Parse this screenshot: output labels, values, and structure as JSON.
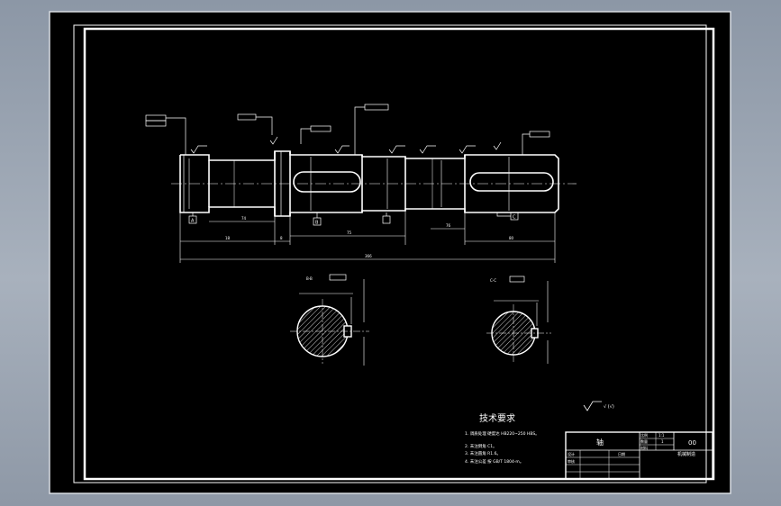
{
  "colors": {
    "background": "#000000",
    "line": "#ffffff",
    "window_bg": "#9aa4b2"
  },
  "drawing": {
    "dims": {
      "total_length": "366",
      "seg_a": "18",
      "seg_b": "74",
      "seg_c": "8",
      "seg_d": "75",
      "seg_e": "76",
      "seg_f": "80"
    },
    "section_b": {
      "label": "B-B"
    },
    "section_c": {
      "label": "C-C"
    },
    "datum_a": "A",
    "datum_b": "B",
    "datum_c": "C",
    "roughness_note": "√ (√)"
  },
  "technical_requirements": {
    "title": "技术要求",
    "items": [
      "1. 调质处理 硬度达 HB220~250 HBS。",
      "2. 未注倒角 C1。",
      "3. 未注圆角 R1.6。",
      "4. 未注公差 按 GB/T 1804-m。"
    ]
  },
  "title_block": {
    "part_name": "轴",
    "drawing_no": "00",
    "scale_label": "比例",
    "scale_value": "1:1",
    "qty_label": "数量",
    "qty_value": "1",
    "material_label": "材料",
    "designer_label": "设计",
    "checker_label": "审核",
    "date_label": "日期",
    "school": "机械制造"
  }
}
